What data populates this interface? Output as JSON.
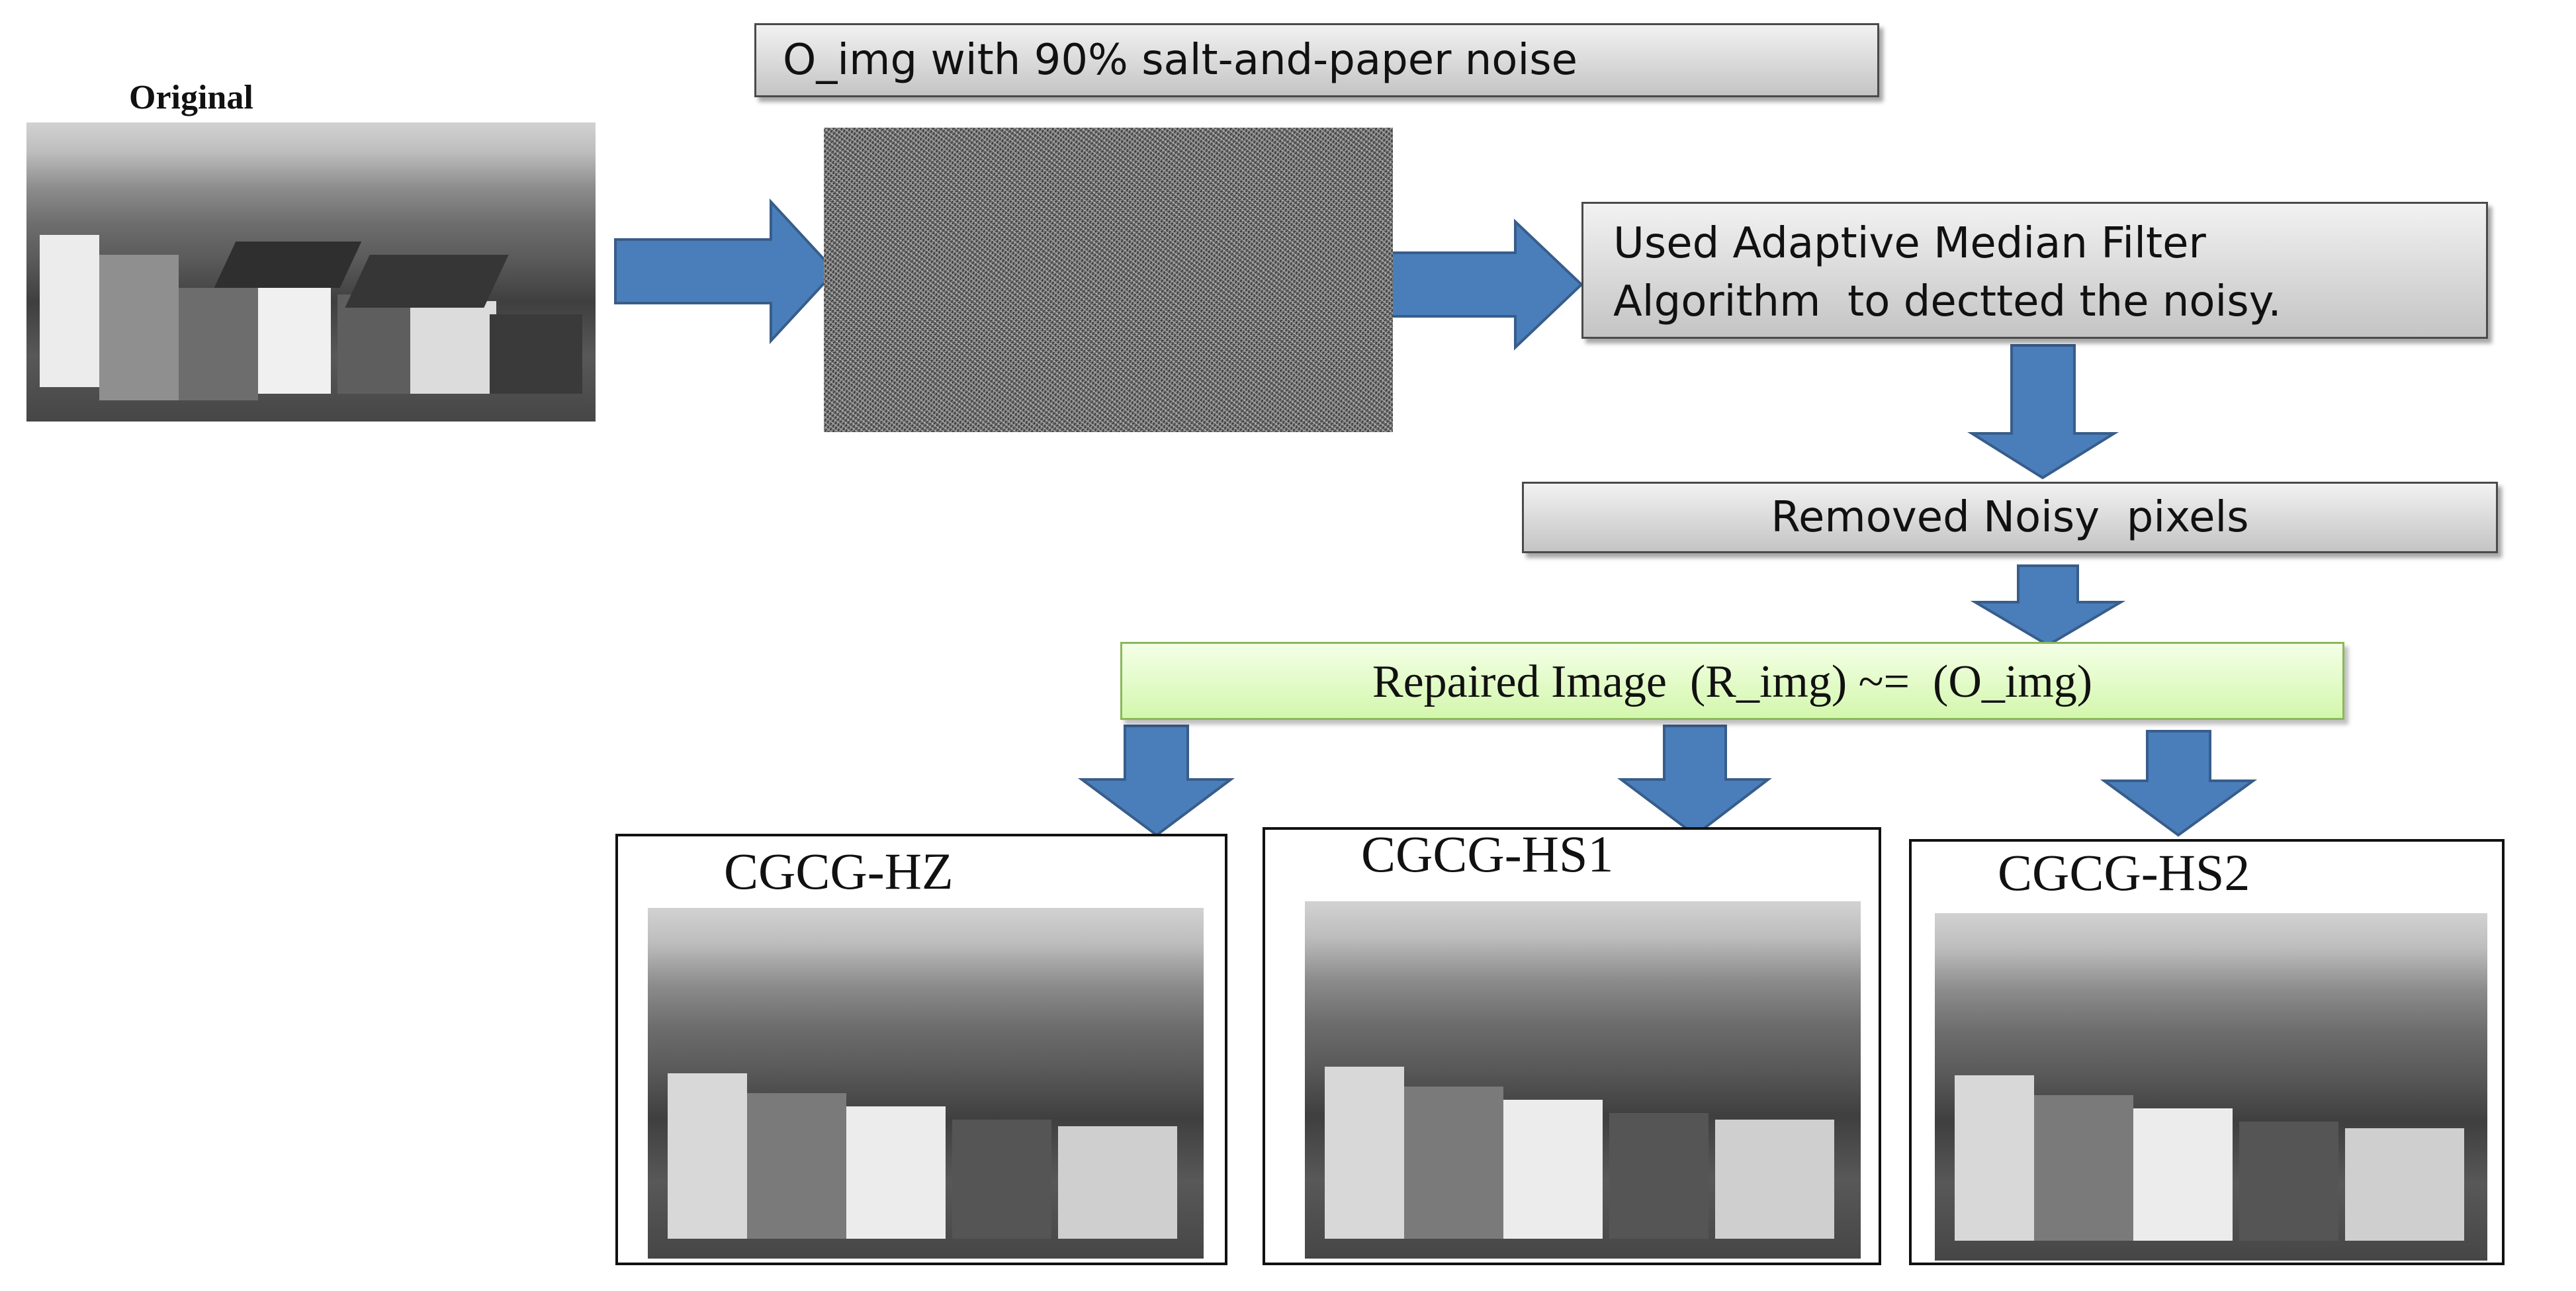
{
  "original_label": "Original",
  "noisy_label": "O_img with 90% salt-and-paper noise",
  "filter_label_line1": "Used Adaptive Median Filter",
  "filter_label_line2": "Algorithm  to dectted the noisy.",
  "removed_label": "Removed Noisy  pixels",
  "repaired_label": "Repaired Image  (R_img) ~=  (O_img)",
  "results": [
    {
      "label": "CGCG-HZ"
    },
    {
      "label": "CGCG-HS1"
    },
    {
      "label": "CGCG-HS2"
    }
  ],
  "colors": {
    "arrow": "#4a7ebb",
    "arrow_border": "#385d8a",
    "grey_box": "#d9d9d9",
    "green_box": "#d7f7b3"
  }
}
